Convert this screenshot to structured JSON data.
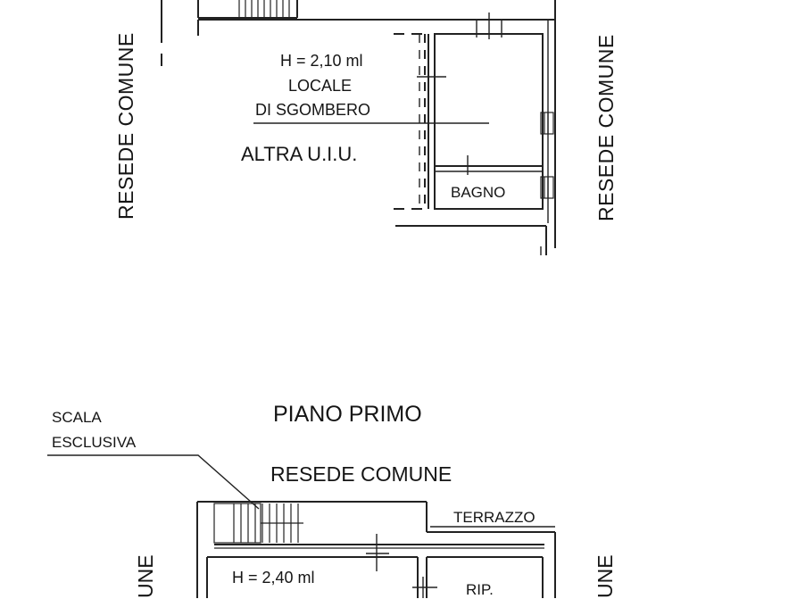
{
  "upper_plan": {
    "side_label_left": "RESEDE COMUNE",
    "side_label_right": "RESEDE COMUNE",
    "room_height": "H = 2,10 ml",
    "room_name_line1": "LOCALE",
    "room_name_line2": "DI SGOMBERO",
    "other_unit": "ALTRA U.I.U.",
    "bathroom": "BAGNO"
  },
  "lower_plan": {
    "floor_title": "PIANO PRIMO",
    "stair_label_line1": "SCALA",
    "stair_label_line2": "ESCLUSIVA",
    "top_label": "RESEDE COMUNE",
    "terrace": "TERRAZZO",
    "room_height": "H = 2,40 ml",
    "storage": "RIP.",
    "side_label_left_partial": "UNE",
    "side_label_right_partial": "UNE"
  }
}
